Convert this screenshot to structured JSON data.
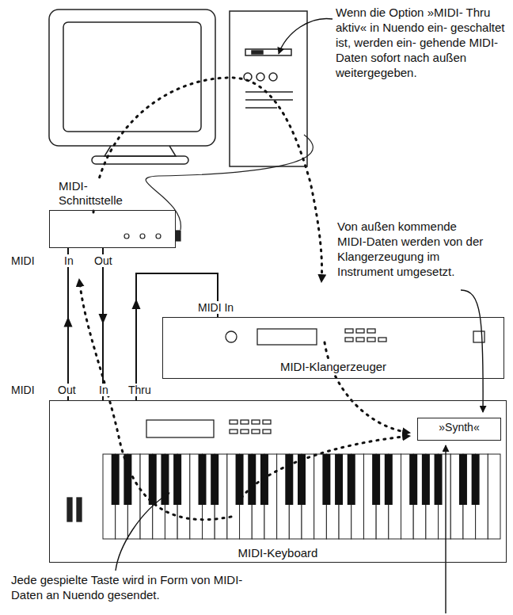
{
  "diagram": {
    "nodes": [
      {
        "text": [
          "MIDI- Schnittstelle"
        ]
      },
      {
        "text": [
          "MIDI-Klangerzeuger"
        ]
      },
      {
        "text": [
          "MIDI-Keyboard"
        ]
      },
      {
        "text": [
          "»Synth«"
        ],
        "in": 2
      }
    ],
    "edges": [
      {
        "from": 2,
        "to": 0,
        "arrow": "to"
      },
      {
        "from": 0,
        "to": 2,
        "arrow": "to"
      },
      {
        "from": 2,
        "to": 1,
        "arrow": "to"
      }
    ],
    "labels": [
      "Wenn die Option »MIDI- Thru aktiv« in Nuendo ein- geschaltet ist, werden ein- gehende MIDI-Daten sofort nach außen weitergegeben.",
      "Von außen kommende MIDI-Daten werden von der Klangerzeugung im Instrument umgesetzt.",
      "MIDI",
      "In",
      "Out",
      "MIDI In",
      "MIDI",
      "Out",
      "In",
      "Thru",
      "Jede gespielte Taste wird in Form von MIDI-Daten an Nuendo gesendet."
    ]
  }
}
